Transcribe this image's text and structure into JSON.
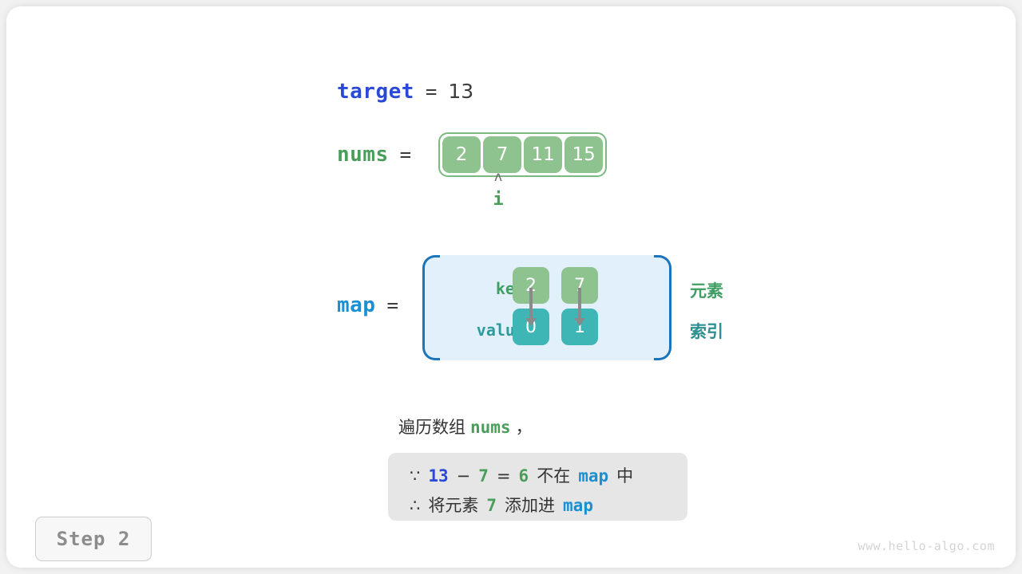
{
  "diagram": {
    "title_watermark": "www.hello-algo.com",
    "step_badge": "Step 2",
    "colors": {
      "target_blue": "#2949d6",
      "map_blue": "#1a8fd1",
      "nums_green": "#4a9e5c",
      "key_cell": "#8ec28f",
      "value_cell": "#3fb6b6",
      "map_bg": "#e2f0fb",
      "map_border": "#1b75bb",
      "info_bg": "#e6e6e6"
    }
  },
  "target": {
    "name": "target",
    "equals": "=",
    "value": "13"
  },
  "nums": {
    "name": "nums",
    "equals": "=",
    "cells": [
      "2",
      "7",
      "11",
      "15"
    ],
    "pointer": {
      "caret": "ʌ",
      "label": "i",
      "index": 1
    }
  },
  "map": {
    "name": "map",
    "equals": "=",
    "row_labels": {
      "key": "key",
      "value": "value"
    },
    "entries": [
      {
        "key": "2",
        "value": "0"
      },
      {
        "key": "7",
        "value": "1"
      }
    ],
    "legend": {
      "element": "元素",
      "index": "索引"
    }
  },
  "narration": {
    "prefix": "遍历数组",
    "code": "nums",
    "suffix": "，"
  },
  "info": {
    "line1": {
      "because_symbol": "∵",
      "a": "13",
      "minus": "−",
      "b": "7",
      "eq": "=",
      "result": "6",
      "mid_text": "不在",
      "map": "map",
      "tail_text": "中"
    },
    "line2": {
      "therefore_symbol": "∴",
      "lead_text": "将元素",
      "elem": "7",
      "mid_text": "添加进",
      "map": "map"
    }
  }
}
